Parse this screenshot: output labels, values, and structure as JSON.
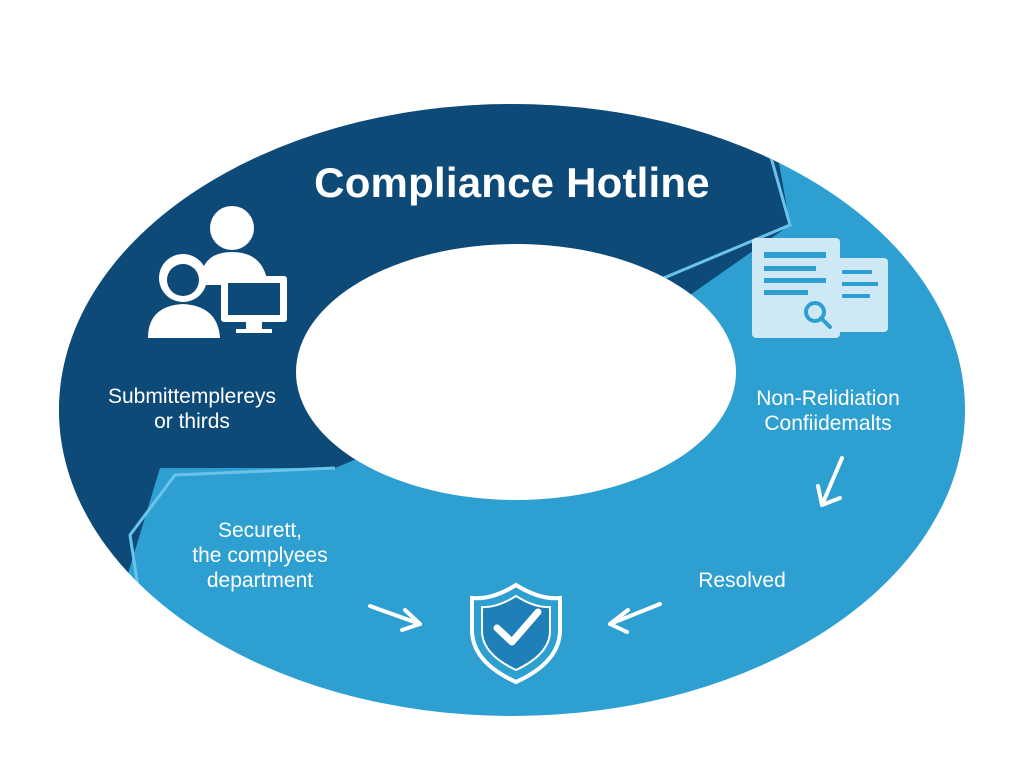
{
  "diagram": {
    "title": "Compliance Hotline",
    "steps": [
      {
        "id": "submit",
        "lines": [
          "Submittemplereys",
          "or thirds"
        ],
        "icon": "people-computer-icon"
      },
      {
        "id": "confidential",
        "lines": [
          "Non-Relidiation",
          "Confiidemalts"
        ],
        "icon": "document-search-icon"
      },
      {
        "id": "resolved",
        "lines": [
          "Resolved"
        ],
        "icon": "arrow-icon"
      },
      {
        "id": "secure",
        "lines": [
          "Securett,",
          "the complyees",
          "department"
        ],
        "icon": "arrow-icon"
      }
    ],
    "center_icon": "shield-check-icon",
    "colors": {
      "navy": "#0d4a78",
      "light_blue": "#2d9fd0",
      "mid_blue": "#1f7fb8",
      "icon_fill": "#ffffff",
      "icon_soft": "#cfe8f6",
      "background": "#ffffff"
    }
  }
}
